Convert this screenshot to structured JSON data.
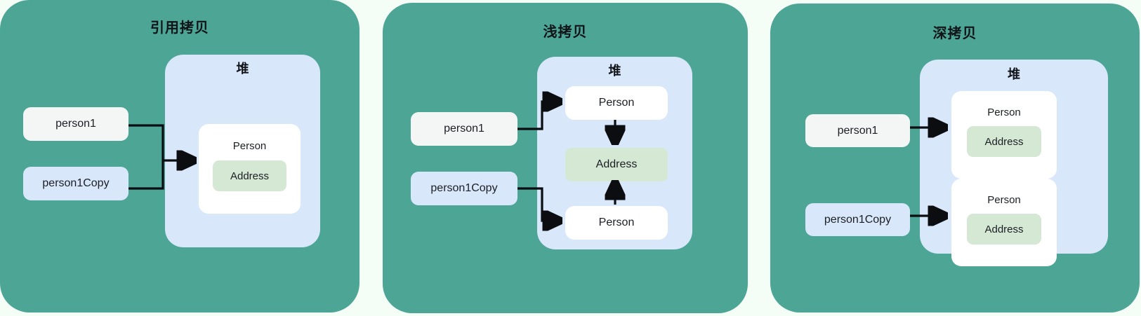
{
  "page": {
    "background_color": "#f4fdf6",
    "panel_color": "#4ca595",
    "heap_color": "#d9e7fa",
    "object_color": "#ffffff",
    "address_color": "#d4e8d4",
    "variable_plain_color": "#f4f5f5",
    "variable_blue_color": "#d9e7fa",
    "arrow_color": "#0b0d10"
  },
  "panels": [
    {
      "id": "reference-copy",
      "title": "引用拷贝",
      "heap_title": "堆",
      "variables": [
        {
          "label": "person1",
          "style": "plain"
        },
        {
          "label": "person1Copy",
          "style": "blue"
        }
      ],
      "objects": [
        {
          "label": "Person",
          "address_label": "Address"
        }
      ]
    },
    {
      "id": "shallow-copy",
      "title": "浅拷贝",
      "heap_title": "堆",
      "variables": [
        {
          "label": "person1",
          "style": "plain"
        },
        {
          "label": "person1Copy",
          "style": "blue"
        }
      ],
      "objects": [
        {
          "label": "Person"
        },
        {
          "label": "Person"
        }
      ],
      "shared_address_label": "Address"
    },
    {
      "id": "deep-copy",
      "title": "深拷贝",
      "heap_title": "堆",
      "variables": [
        {
          "label": "person1",
          "style": "plain"
        },
        {
          "label": "person1Copy",
          "style": "blue"
        }
      ],
      "objects": [
        {
          "label": "Person",
          "address_label": "Address"
        },
        {
          "label": "Person",
          "address_label": "Address"
        }
      ]
    }
  ]
}
